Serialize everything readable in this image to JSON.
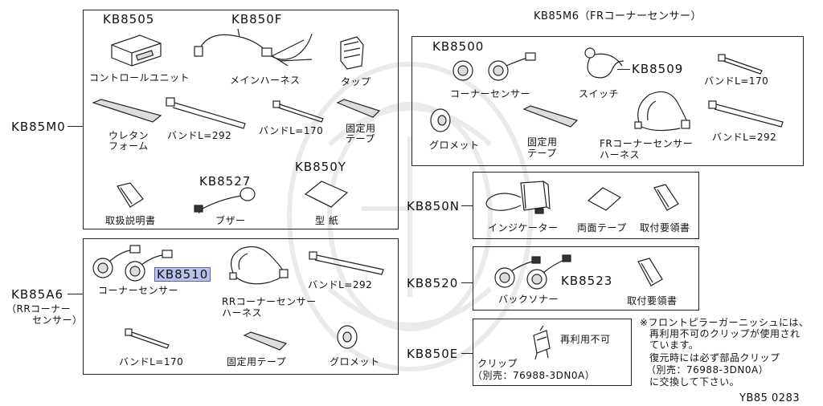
{
  "groups": {
    "kb85m0": {
      "code": "KB85M0"
    },
    "kb85a6": {
      "code": "KB85A6",
      "sub1": "（RRコーナー",
      "sub2": "センサー）"
    },
    "kb85m6": {
      "header": "KB85M6（FRコーナーセンサー）"
    },
    "kb850n": {
      "code": "KB850N"
    },
    "kb8520": {
      "code": "KB8520"
    },
    "kb850e": {
      "code": "KB850E"
    }
  },
  "m0": {
    "kb8505": "KB8505",
    "kb850f": "KB850F",
    "control_unit": "コントロールユニット",
    "main_harness": "メインハーネス",
    "tap": "タップ",
    "urethane1": "ウレタン",
    "urethane2": "フォーム",
    "band292": "バンドL=292",
    "band170": "バンドL=170",
    "fix_tape1": "固定用",
    "fix_tape2": "テープ",
    "kb8527": "KB8527",
    "kb850y": "KB850Y",
    "manual": "取扱説明書",
    "buzzer": "ブザー",
    "template": "型 紙"
  },
  "a6": {
    "kb8510": "KB8510",
    "corner_sensor": "コーナーセンサー",
    "band292": "バンドL=292",
    "rr_harness1": "RRコーナーセンサー",
    "rr_harness2": "ハーネス",
    "band170": "バンドL=170",
    "fix_tape": "固定用テープ",
    "grommet": "グロメット"
  },
  "m6": {
    "kb8500": "KB8500",
    "kb8509": "KB8509",
    "corner_sensor": "コーナーセンサー",
    "switch": "スイッチ",
    "band170": "バンドL=170",
    "grommet": "グロメット",
    "fix_tape1": "固定用",
    "fix_tape2": "テープ",
    "fr_harness1": "FRコーナーセンサー",
    "fr_harness2": "ハーネス",
    "band292": "バンドL=292"
  },
  "n": {
    "indicator": "インジケーター",
    "double_tape": "両面テープ",
    "install_guide": "取付要領書"
  },
  "s20": {
    "kb8523": "KB8523",
    "back_sonar": "バックソナー",
    "install_guide": "取付要領書"
  },
  "e": {
    "not_reusable": "再利用不可",
    "clip": "クリップ",
    "clip_part": "（別売：76988-3DN0A）"
  },
  "note": {
    "line1": "※フロントピラーガーニッシュには、",
    "line2": "再利用不可のクリップが使用され",
    "line3": "ています。",
    "line4": "復元時には必ず部品クリップ",
    "line5": "（別売：76988-3DN0A）",
    "line6": "に交換して下さい。"
  },
  "footer": {
    "code": "YB85 0283"
  },
  "colors": {
    "highlight": "#b9c3ec"
  }
}
